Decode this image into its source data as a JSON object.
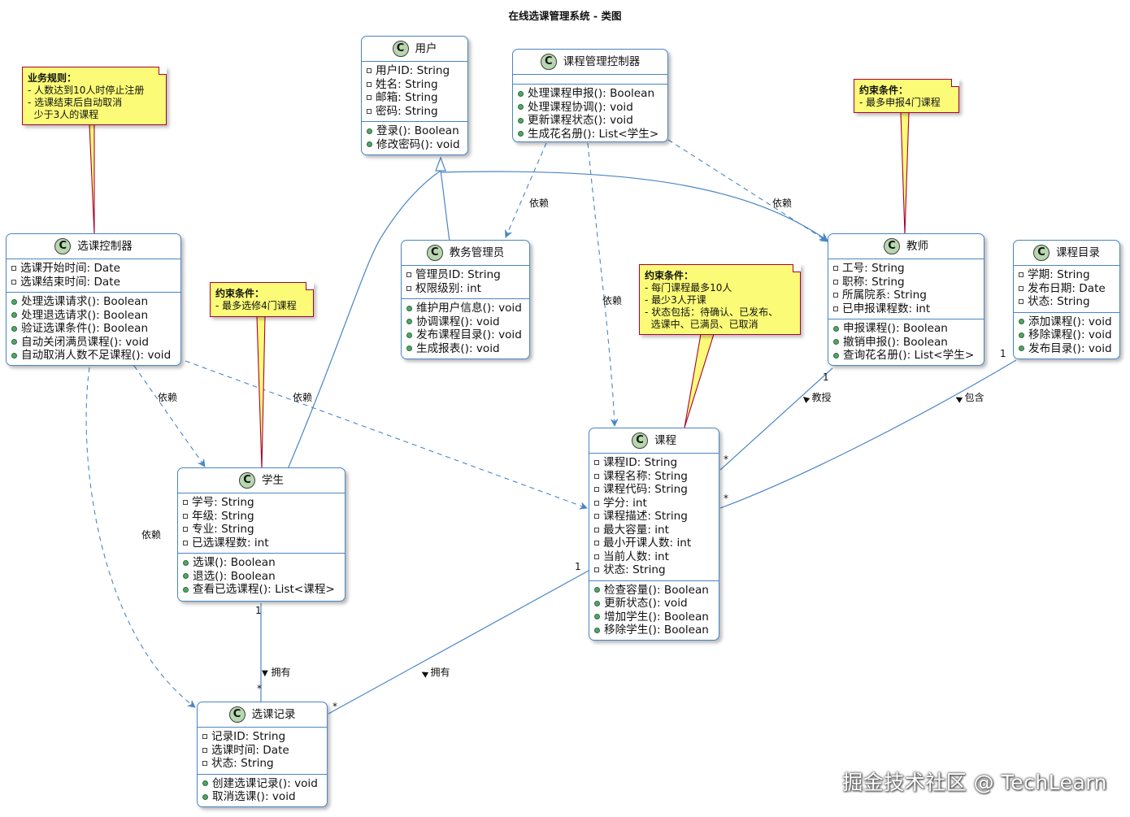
{
  "title": "在线选课管理系统 - 类图",
  "classes": {
    "user": {
      "name": "用户",
      "attributes": [
        "用户ID: String",
        "姓名: String",
        "邮箱: String",
        "密码: String"
      ],
      "methods": [
        "登录(): Boolean",
        "修改密码(): void"
      ]
    },
    "course_manager": {
      "name": "课程管理控制器",
      "attributes": [],
      "methods": [
        "处理课程申报(): Boolean",
        "处理课程协调(): void",
        "更新课程状态(): void",
        "生成花名册(): List<学生>"
      ]
    },
    "selection_controller": {
      "name": "选课控制器",
      "attributes": [
        "选课开始时间: Date",
        "选课结束时间: Date"
      ],
      "methods": [
        "处理选课请求(): Boolean",
        "处理退选请求(): Boolean",
        "验证选课条件(): Boolean",
        "自动关闭满员课程(): void",
        "自动取消人数不足课程(): void"
      ]
    },
    "admin": {
      "name": "教务管理员",
      "attributes": [
        "管理员ID: String",
        "权限级别: int"
      ],
      "methods": [
        "维护用户信息(): void",
        "协调课程(): void",
        "发布课程目录(): void",
        "生成报表(): void"
      ]
    },
    "teacher": {
      "name": "教师",
      "attributes": [
        "工号: String",
        "职称: String",
        "所属院系: String",
        "已申报课程数: int"
      ],
      "methods": [
        "申报课程(): Boolean",
        "撤销申报(): Boolean",
        "查询花名册(): List<学生>"
      ]
    },
    "catalog": {
      "name": "课程目录",
      "attributes": [
        "学期: String",
        "发布日期: Date",
        "状态: String"
      ],
      "methods": [
        "添加课程(): void",
        "移除课程(): void",
        "发布目录(): void"
      ]
    },
    "student": {
      "name": "学生",
      "attributes": [
        "学号: String",
        "年级: String",
        "专业: String",
        "已选课程数: int"
      ],
      "methods": [
        "选课(): Boolean",
        "退选(): Boolean",
        "查看已选课程(): List<课程>"
      ]
    },
    "course": {
      "name": "课程",
      "attributes": [
        "课程ID: String",
        "课程名称: String",
        "课程代码: String",
        "学分: int",
        "课程描述: String",
        "最大容量: int",
        "最小开课人数: int",
        "当前人数: int",
        "状态: String"
      ],
      "methods": [
        "检查容量(): Boolean",
        "更新状态(): void",
        "增加学生(): Boolean",
        "移除学生(): Boolean"
      ]
    },
    "record": {
      "name": "选课记录",
      "attributes": [
        "记录ID: String",
        "选课时间: Date",
        "状态: String"
      ],
      "methods": [
        "创建选课记录(): void",
        "取消选课(): void"
      ]
    }
  },
  "notes": {
    "business_rules": {
      "title": "业务规则：",
      "lines": [
        "- 人数达到10人时停止注册",
        "- 选课结束后自动取消",
        "  少于3人的课程"
      ]
    },
    "teacher_constraint": {
      "title": "约束条件：",
      "lines": [
        "- 最多申报4门课程"
      ]
    },
    "student_constraint": {
      "title": "约束条件：",
      "lines": [
        "- 最多选修4门课程"
      ]
    },
    "course_constraint": {
      "title": "约束条件：",
      "lines": [
        "- 每门课程最多10人",
        "- 最少3人开课",
        "- 状态包括：待确认、已发布、",
        "  选课中、已满员、已取消"
      ]
    }
  },
  "edge_labels": {
    "depends": "依赖",
    "teaches": "教授",
    "contains": "包含",
    "owns": "拥有",
    "teaches_arrow": "◀",
    "contains_arrow": "◀",
    "owns_student_arrow": "▼",
    "owns_course_arrow": "◀"
  },
  "multiplicities": {
    "one": "1",
    "many": "*"
  },
  "watermark": "掘金技术社区 @ TechLearn",
  "colors": {
    "border": "#4a86c5",
    "class_badge": "#b7d7ae",
    "note_fill": "#fbfb77",
    "note_border": "#a80036",
    "public_dot": "#54a46a"
  }
}
